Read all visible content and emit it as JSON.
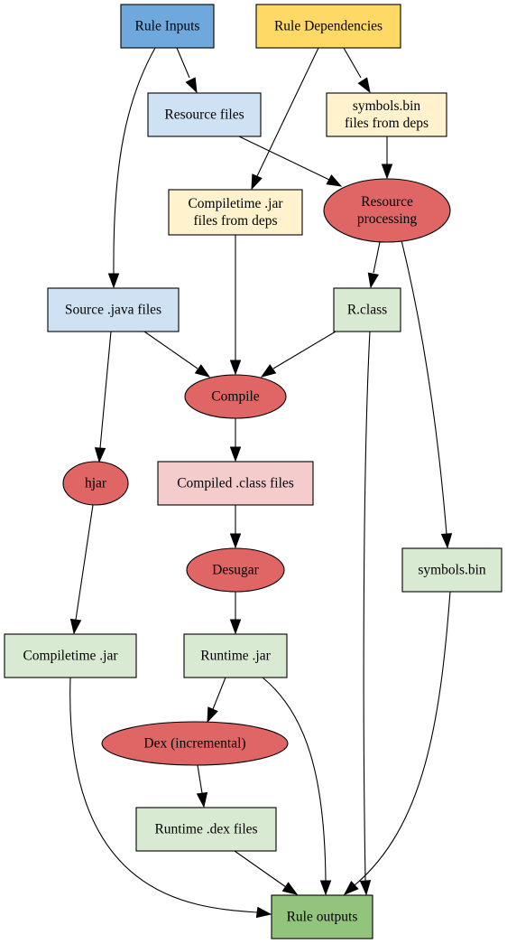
{
  "colors": {
    "input": "#6fa8dc",
    "dependency": "#ffd966",
    "input_light": "#cfe2f3",
    "dependency_light": "#fff2cc",
    "process": "#e06666",
    "output_light": "#d9ead3",
    "intermediate": "#f4cccc",
    "output": "#93c47d"
  },
  "nodes": {
    "rule_inputs": {
      "lines": [
        "Rule Inputs"
      ]
    },
    "rule_dependencies": {
      "lines": [
        "Rule Dependencies"
      ]
    },
    "resource_files": {
      "lines": [
        "Resource files"
      ]
    },
    "symbols_bin_deps": {
      "lines": [
        "symbols.bin",
        "files from deps"
      ]
    },
    "compiletime_jar_deps": {
      "lines": [
        "Compiletime .jar",
        "files from deps"
      ]
    },
    "resource_processing": {
      "lines": [
        "Resource",
        "processing"
      ]
    },
    "source_java_files": {
      "lines": [
        "Source .java files"
      ]
    },
    "r_class": {
      "lines": [
        "R.class"
      ]
    },
    "compile": {
      "lines": [
        "Compile"
      ]
    },
    "hjar": {
      "lines": [
        "hjar"
      ]
    },
    "compiled_class_files": {
      "lines": [
        "Compiled .class files"
      ]
    },
    "desugar": {
      "lines": [
        "Desugar"
      ]
    },
    "symbols_bin": {
      "lines": [
        "symbols.bin"
      ]
    },
    "compiletime_jar": {
      "lines": [
        "Compiletime .jar"
      ]
    },
    "runtime_jar": {
      "lines": [
        "Runtime .jar"
      ]
    },
    "dex_incremental": {
      "lines": [
        "Dex (incremental)"
      ]
    },
    "runtime_dex_files": {
      "lines": [
        "Runtime .dex files"
      ]
    },
    "rule_outputs": {
      "lines": [
        "Rule outputs"
      ]
    }
  }
}
